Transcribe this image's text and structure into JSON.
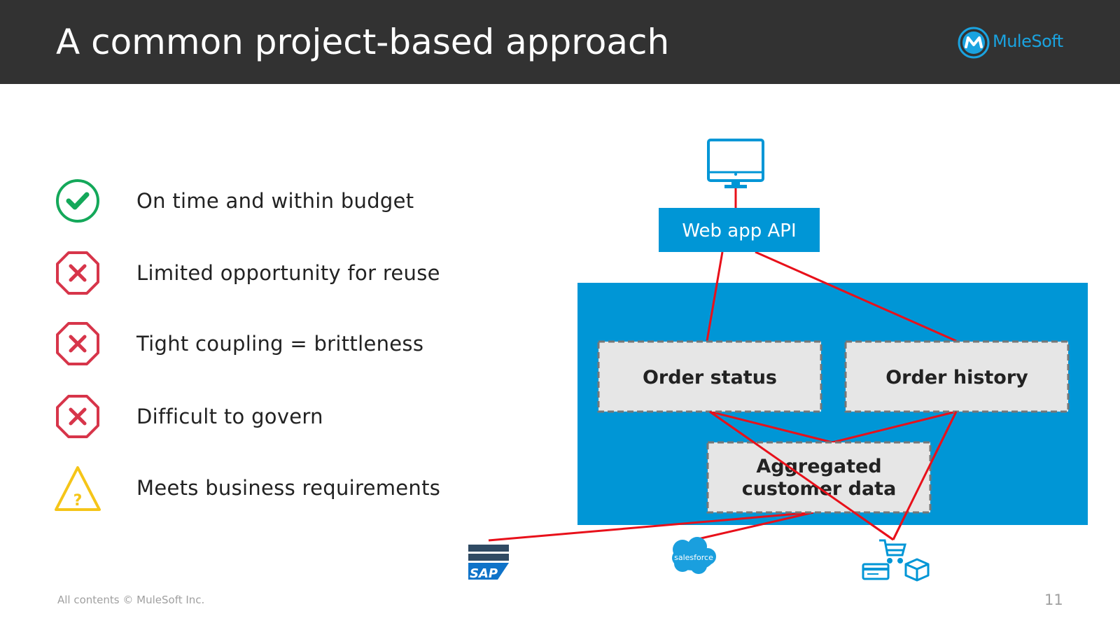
{
  "slide": {
    "title": "A common project-based approach",
    "logo_text": "MuleSoft",
    "footer": "All contents © MuleSoft Inc.",
    "page_number": "11"
  },
  "checklist": [
    {
      "status": "check",
      "label": "On time and within budget"
    },
    {
      "status": "cross",
      "label": "Limited opportunity for reuse"
    },
    {
      "status": "cross",
      "label": "Tight coupling = brittleness"
    },
    {
      "status": "cross",
      "label": "Difficult to govern"
    },
    {
      "status": "warning",
      "label": "Meets business requirements"
    }
  ],
  "diagram": {
    "web_app_api": "Web app API",
    "order_status": "Order status",
    "order_history": "Order history",
    "aggregated_line1": "Aggregated",
    "aggregated_line2": "customer data",
    "sap_label": "SAP",
    "salesforce_label": "salesforce"
  },
  "colors": {
    "header_bg": "#323232",
    "accent_blue": "#0096d6",
    "connector_red": "#e8101a",
    "check_green": "#14a85a",
    "cross_red": "#d7354a",
    "warning_yellow": "#f5c518",
    "box_gray": "#e6e6e6"
  }
}
